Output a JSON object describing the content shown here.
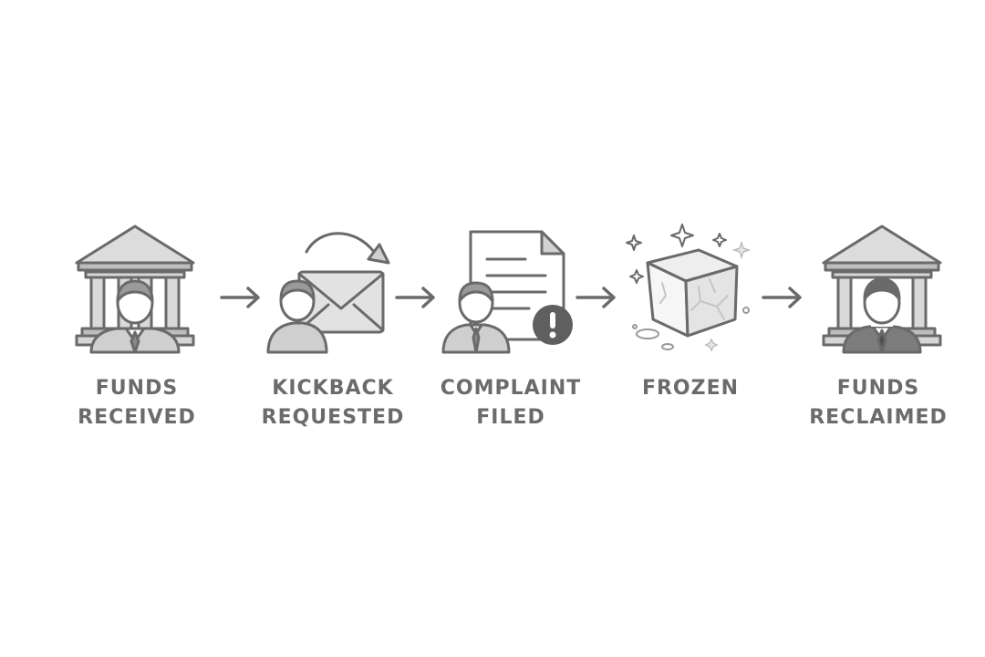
{
  "steps": [
    {
      "id": "funds-received",
      "icon": "bank-person-icon",
      "line1": "FUNDS",
      "line2": "RECEIVED"
    },
    {
      "id": "kickback-requested",
      "icon": "person-envelope-icon",
      "line1": "KICKBACK",
      "line2": "REQUESTED"
    },
    {
      "id": "complaint-filed",
      "icon": "person-document-alert-icon",
      "line1": "COMPLAINT",
      "line2": "FILED"
    },
    {
      "id": "frozen",
      "icon": "ice-cube-icon",
      "line1": "FROZEN",
      "line2": ""
    },
    {
      "id": "funds-reclaimed",
      "icon": "bank-person-icon",
      "line1": "FUNDS",
      "line2": "RECLAIMED"
    }
  ],
  "connector_icon": "arrow-right-icon",
  "colors": {
    "stroke": "#6a6a6a",
    "fill_light": "#d9d9d9",
    "fill_mid": "#b8b8b8",
    "fill_dark": "#7a7a7a",
    "text": "#6b6b6b"
  }
}
